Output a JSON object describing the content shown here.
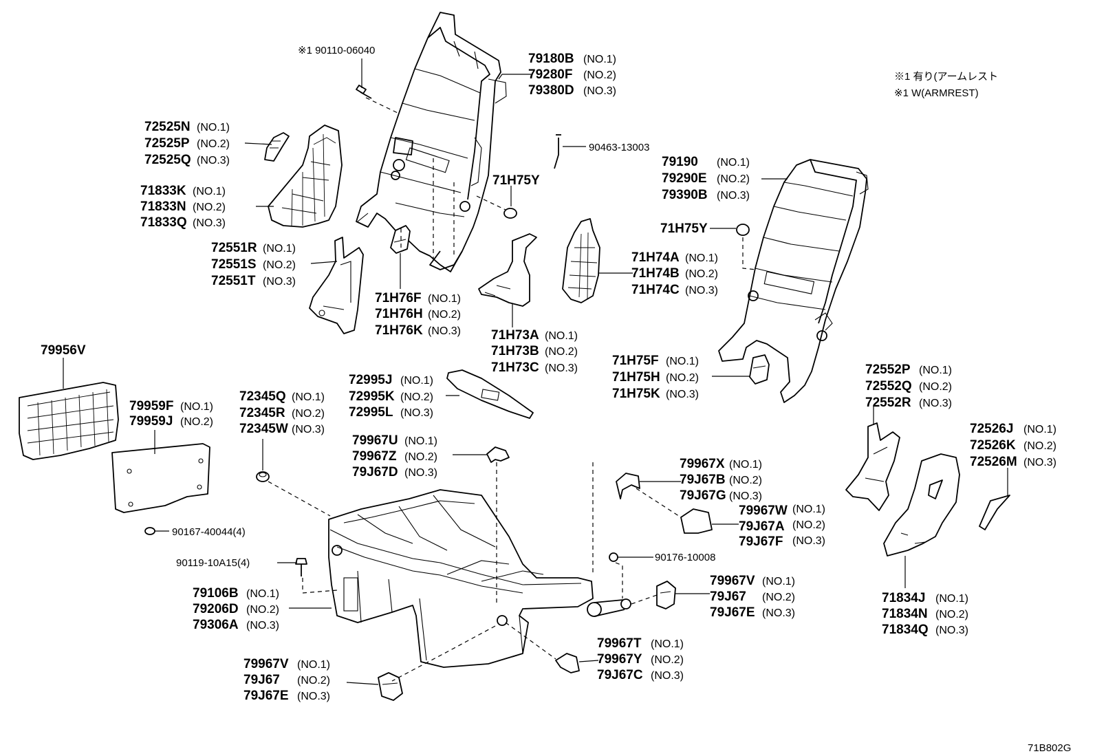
{
  "notes": [
    "※1 有り(アームレスト",
    "※1 W(ARMREST)"
  ],
  "diagram_code": "71B802G",
  "callouts": [
    {
      "id": "c01",
      "parts": [
        {
          "pn": "※1 90110-06040",
          "no": ""
        }
      ]
    },
    {
      "id": "c02",
      "parts": [
        {
          "pn": "79180B",
          "no": "(NO.1)"
        },
        {
          "pn": "79280F",
          "no": "(NO.2)"
        },
        {
          "pn": "79380D",
          "no": "(NO.3)"
        }
      ]
    },
    {
      "id": "c03",
      "parts": [
        {
          "pn": "72525N",
          "no": "(NO.1)"
        },
        {
          "pn": "72525P",
          "no": "(NO.2)"
        },
        {
          "pn": "72525Q",
          "no": "(NO.3)"
        }
      ]
    },
    {
      "id": "c04",
      "parts": [
        {
          "pn": "71833K",
          "no": "(NO.1)"
        },
        {
          "pn": "71833N",
          "no": "(NO.2)"
        },
        {
          "pn": "71833Q",
          "no": "(NO.3)"
        }
      ]
    },
    {
      "id": "c05",
      "parts": [
        {
          "pn": "90463-13003",
          "no": ""
        }
      ]
    },
    {
      "id": "c06",
      "parts": [
        {
          "pn": "71H75Y",
          "no": ""
        }
      ]
    },
    {
      "id": "c07",
      "parts": [
        {
          "pn": "79190",
          "no": "(NO.1)"
        },
        {
          "pn": "79290E",
          "no": "(NO.2)"
        },
        {
          "pn": "79390B",
          "no": "(NO.3)"
        }
      ]
    },
    {
      "id": "c08",
      "parts": [
        {
          "pn": "72551R",
          "no": "(NO.1)"
        },
        {
          "pn": "72551S",
          "no": "(NO.2)"
        },
        {
          "pn": "72551T",
          "no": "(NO.3)"
        }
      ]
    },
    {
      "id": "c09",
      "parts": [
        {
          "pn": "71H75Y",
          "no": ""
        }
      ]
    },
    {
      "id": "c10",
      "parts": [
        {
          "pn": "71H74A",
          "no": "(NO.1)"
        },
        {
          "pn": "71H74B",
          "no": "(NO.2)"
        },
        {
          "pn": "71H74C",
          "no": "(NO.3)"
        }
      ]
    },
    {
      "id": "c11",
      "parts": [
        {
          "pn": "71H76F",
          "no": "(NO.1)"
        },
        {
          "pn": "71H76H",
          "no": "(NO.2)"
        },
        {
          "pn": "71H76K",
          "no": "(NO.3)"
        }
      ]
    },
    {
      "id": "c12",
      "parts": [
        {
          "pn": "71H73A",
          "no": "(NO.1)"
        },
        {
          "pn": "71H73B",
          "no": "(NO.2)"
        },
        {
          "pn": "71H73C",
          "no": "(NO.3)"
        }
      ]
    },
    {
      "id": "c13",
      "parts": [
        {
          "pn": "79956V",
          "no": ""
        }
      ]
    },
    {
      "id": "c14",
      "parts": [
        {
          "pn": "71H75F",
          "no": "(NO.1)"
        },
        {
          "pn": "71H75H",
          "no": "(NO.2)"
        },
        {
          "pn": "71H75K",
          "no": "(NO.3)"
        }
      ]
    },
    {
      "id": "c15",
      "parts": [
        {
          "pn": "72552P",
          "no": "(NO.1)"
        },
        {
          "pn": "72552Q",
          "no": "(NO.2)"
        },
        {
          "pn": "72552R",
          "no": "(NO.3)"
        }
      ]
    },
    {
      "id": "c16",
      "parts": [
        {
          "pn": "72995J",
          "no": "(NO.1)"
        },
        {
          "pn": "72995K",
          "no": "(NO.2)"
        },
        {
          "pn": "72995L",
          "no": "(NO.3)"
        }
      ]
    },
    {
      "id": "c17",
      "parts": [
        {
          "pn": "72345Q",
          "no": "(NO.1)"
        },
        {
          "pn": "72345R",
          "no": "(NO.2)"
        },
        {
          "pn": "72345W",
          "no": "(NO.3)"
        }
      ]
    },
    {
      "id": "c18",
      "parts": [
        {
          "pn": "79959F",
          "no": "(NO.1)"
        },
        {
          "pn": "79959J",
          "no": "(NO.2)"
        }
      ]
    },
    {
      "id": "c19",
      "parts": [
        {
          "pn": "72526J",
          "no": "(NO.1)"
        },
        {
          "pn": "72526K",
          "no": "(NO.2)"
        },
        {
          "pn": "72526M",
          "no": "(NO.3)"
        }
      ]
    },
    {
      "id": "c20",
      "parts": [
        {
          "pn": "79967U",
          "no": "(NO.1)"
        },
        {
          "pn": "79967Z",
          "no": "(NO.2)"
        },
        {
          "pn": "79J67D",
          "no": "(NO.3)"
        }
      ]
    },
    {
      "id": "c21",
      "parts": [
        {
          "pn": "79967X",
          "no": "(NO.1)"
        },
        {
          "pn": "79J67B",
          "no": "(NO.2)"
        },
        {
          "pn": "79J67G",
          "no": "(NO.3)"
        }
      ]
    },
    {
      "id": "c22",
      "parts": [
        {
          "pn": "79967W",
          "no": "(NO.1)"
        },
        {
          "pn": "79J67A",
          "no": "(NO.2)"
        },
        {
          "pn": "79J67F",
          "no": "(NO.3)"
        }
      ]
    },
    {
      "id": "c23",
      "parts": [
        {
          "pn": "90167-40044(4)",
          "no": ""
        }
      ]
    },
    {
      "id": "c24",
      "parts": [
        {
          "pn": "90119-10A15(4)",
          "no": ""
        }
      ]
    },
    {
      "id": "c25",
      "parts": [
        {
          "pn": "90176-10008",
          "no": ""
        }
      ]
    },
    {
      "id": "c26",
      "parts": [
        {
          "pn": "79106B",
          "no": "(NO.1)"
        },
        {
          "pn": "79206D",
          "no": "(NO.2)"
        },
        {
          "pn": "79306A",
          "no": "(NO.3)"
        }
      ]
    },
    {
      "id": "c27",
      "parts": [
        {
          "pn": "79967V",
          "no": "(NO.1)"
        },
        {
          "pn": "79J67",
          "no": "(NO.2)"
        },
        {
          "pn": "79J67E",
          "no": "(NO.3)"
        }
      ]
    },
    {
      "id": "c28",
      "parts": [
        {
          "pn": "71834J",
          "no": "(NO.1)"
        },
        {
          "pn": "71834N",
          "no": "(NO.2)"
        },
        {
          "pn": "71834Q",
          "no": "(NO.3)"
        }
      ]
    },
    {
      "id": "c29",
      "parts": [
        {
          "pn": "79967T",
          "no": "(NO.1)"
        },
        {
          "pn": "79967Y",
          "no": "(NO.2)"
        },
        {
          "pn": "79J67C",
          "no": "(NO.3)"
        }
      ]
    },
    {
      "id": "c30",
      "parts": [
        {
          "pn": "79967V",
          "no": "(NO.1)"
        },
        {
          "pn": "79J67",
          "no": "(NO.2)"
        },
        {
          "pn": "79J67E",
          "no": "(NO.3)"
        }
      ]
    }
  ]
}
